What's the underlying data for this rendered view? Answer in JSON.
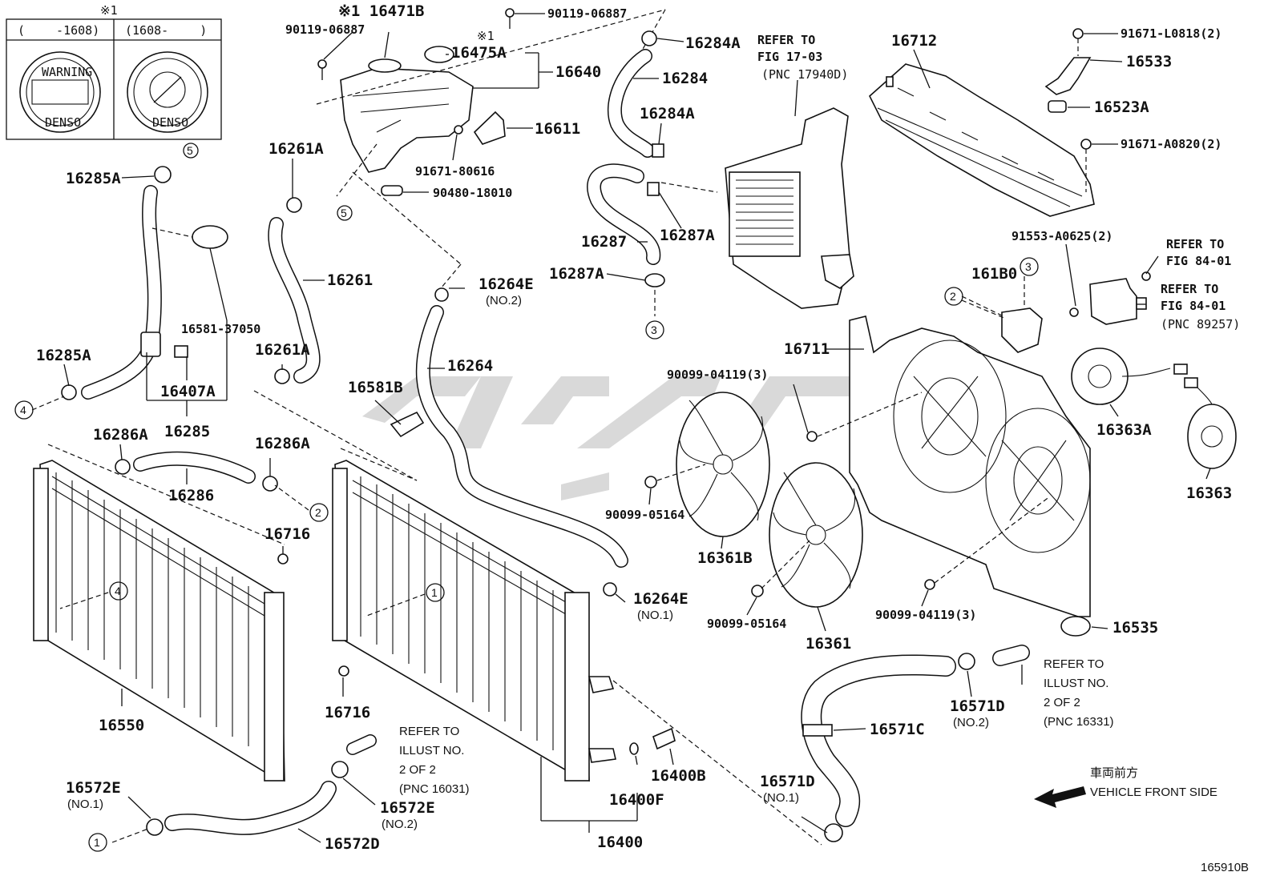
{
  "diagram_id": "165910B",
  "direction": {
    "jp": "車両前方",
    "en": "VEHICLE FRONT SIDE"
  },
  "cap_inset": {
    "marker": "※1",
    "col1": "(　　 -1608)",
    "col2": "(1608-　　 )",
    "cap_text_a": "WARNING",
    "cap_brand": "DENSO"
  },
  "parts": {
    "p16471B": "※1 16471B",
    "p90119_06887_a": "90119-06887",
    "p90119_06887_b": "90119-06887",
    "p16475A": "16475A",
    "p16475A_mark": "※1",
    "p16640": "16640",
    "p16611": "16611",
    "p91671_80616": "91671-80616",
    "p90480_18010": "90480-18010",
    "p16284A_top": "16284A",
    "p16284": "16284",
    "p16284A_mid": "16284A",
    "p16287": "16287",
    "p16287A_r": "16287A",
    "p16287A_l": "16287A",
    "p16712": "16712",
    "p91671_L0818": "91671-L0818(2)",
    "p16533": "16533",
    "p16523A": "16523A",
    "p91671_A0820": "91671-A0820(2)",
    "p91553_A0625": "91553-A0625(2)",
    "p161B0": "161B0",
    "p16711": "16711",
    "p16363A": "16363A",
    "p16363": "16363",
    "p90099_04119_a": "90099-04119(3)",
    "p90099_04119_b": "90099-04119(3)",
    "p90099_05164_a": "90099-05164",
    "p90099_05164_b": "90099-05164",
    "p16361B": "16361B",
    "p16361": "16361",
    "p16535": "16535",
    "p16285A_top": "16285A",
    "p16285A_bot": "16285A",
    "p16581_37050": "16581-37050",
    "p16407A": "16407A",
    "p16285": "16285",
    "p16261A_top": "16261A",
    "p16261": "16261",
    "p16261A_bot": "16261A",
    "p16264E_top": "16264E",
    "p16264E_top_no": "(NO.2)",
    "p16264": "16264",
    "p16581B": "16581B",
    "p16264E_bot": "16264E",
    "p16264E_bot_no": "(NO.1)",
    "p16286A_l": "16286A",
    "p16286A_r": "16286A",
    "p16286": "16286",
    "p16716_a": "16716",
    "p16716_b": "16716",
    "p16550": "16550",
    "p16400": "16400",
    "p16400B": "16400B",
    "p16400F": "16400F",
    "p16572E_l": "16572E",
    "p16572E_l_no": "(NO.1)",
    "p16572E_r": "16572E",
    "p16572E_r_no": "(NO.2)",
    "p16572D": "16572D",
    "p16571C": "16571C",
    "p16571D_l": "16571D",
    "p16571D_l_no": "(NO.1)",
    "p16571D_r": "16571D",
    "p16571D_r_no": "(NO.2)"
  },
  "refs": {
    "fig17": [
      "REFER TO",
      "FIG 17-03",
      "(PNC 17940D)"
    ],
    "fig84a": [
      "REFER TO",
      "FIG 84-01"
    ],
    "fig84b": [
      "REFER TO",
      "FIG 84-01",
      "(PNC 89257)"
    ],
    "illust16031": [
      "REFER TO",
      "ILLUST NO.",
      "2 OF 2",
      "(PNC 16031)"
    ],
    "illust16331": [
      "REFER TO",
      "ILLUST NO.",
      "2 OF 2",
      "(PNC 16331)"
    ]
  },
  "callouts": {
    "c1": "1",
    "c2": "2",
    "c3": "3",
    "c4": "4",
    "c5": "5"
  }
}
